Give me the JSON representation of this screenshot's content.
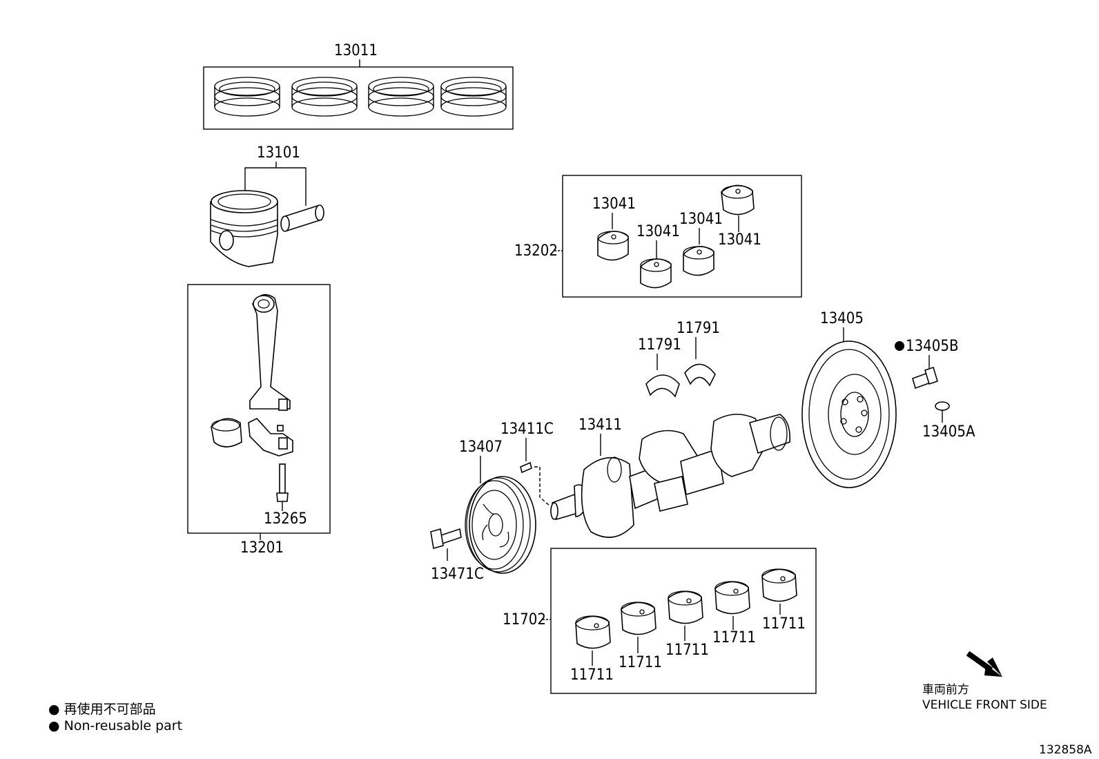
{
  "parts": {
    "p13011": "13011",
    "p13101": "13101",
    "p13201": "13201",
    "p13265": "13265",
    "p13202": "13202",
    "p13041_a": "13041",
    "p13041_b": "13041",
    "p13041_c": "13041",
    "p13041_d": "13041",
    "p11791_a": "11791",
    "p11791_b": "11791",
    "p13405": "13405",
    "p13405B": "13405B",
    "p13405A": "13405A",
    "p13411C": "13411C",
    "p13411": "13411",
    "p13407": "13407",
    "p13471C": "13471C",
    "p11702": "11702",
    "p11711_a": "11711",
    "p11711_b": "11711",
    "p11711_c": "11711",
    "p11711_d": "11711",
    "p11711_e": "11711"
  },
  "legend": {
    "jp": "● 再使用不可部品",
    "en": "● Non-reusable part"
  },
  "direction": {
    "jp": "車両前方",
    "en": "VEHICLE FRONT SIDE"
  },
  "figure_id": "132858A"
}
